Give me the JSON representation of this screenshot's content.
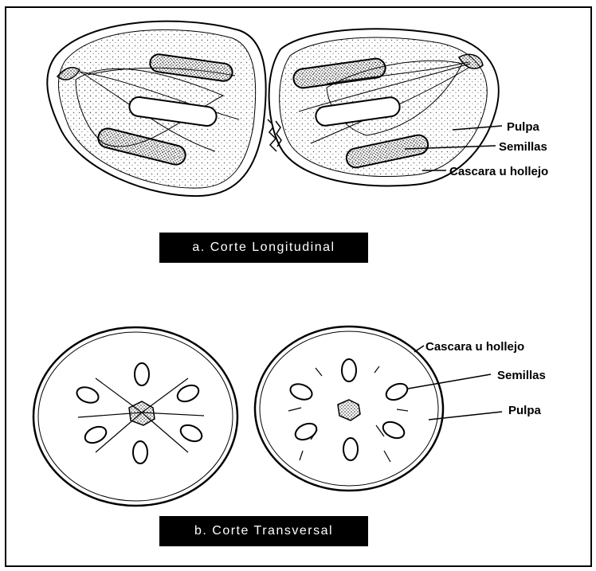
{
  "diagram": {
    "longitudinal": {
      "caption": "a. Corte Longitudinal",
      "labels": {
        "pulpa": "Pulpa",
        "semillas": "Semillas",
        "cascara": "Cascara u hollejo"
      }
    },
    "transversal": {
      "caption": "b. Corte Transversal",
      "labels": {
        "cascara": "Cascara u hollejo",
        "semillas": "Semillas",
        "pulpa": "Pulpa"
      }
    },
    "colors": {
      "ink": "#000000",
      "paper": "#ffffff",
      "banner": "#000000"
    }
  }
}
